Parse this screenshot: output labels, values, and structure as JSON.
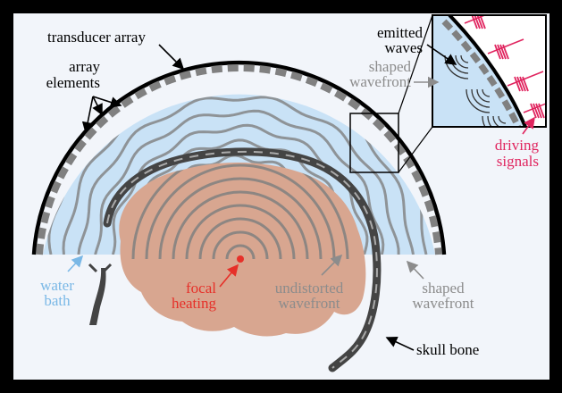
{
  "labels": {
    "transducer_array": "transducer array",
    "array_elements_1": "array",
    "array_elements_2": "elements",
    "emitted_waves_1": "emitted",
    "emitted_waves_2": "waves",
    "shaped_wavefront_top_1": "shaped",
    "shaped_wavefront_top_2": "wavefront",
    "driving_signals_1": "driving",
    "driving_signals_2": "signals",
    "water_bath_1": "water",
    "water_bath_2": "bath",
    "focal_heating_1": "focal",
    "focal_heating_2": "heating",
    "undistorted_wavefront_1": "undistorted",
    "undistorted_wavefront_2": "wavefront",
    "shaped_wavefront_bottom_1": "shaped",
    "shaped_wavefront_bottom_2": "wavefront",
    "skull_bone": "skull bone"
  },
  "colors": {
    "frame": "#000000",
    "panel_background": "#f2f5fa",
    "water": "#c9e2f6",
    "brain": "#d8a690",
    "wave_gray": "#808080",
    "skull": "#444444",
    "focus_red": "#e63029",
    "driving_signal_pink": "#e0255f",
    "water_label_blue": "#7ab8e6",
    "gray_label": "#8c8c8c"
  }
}
